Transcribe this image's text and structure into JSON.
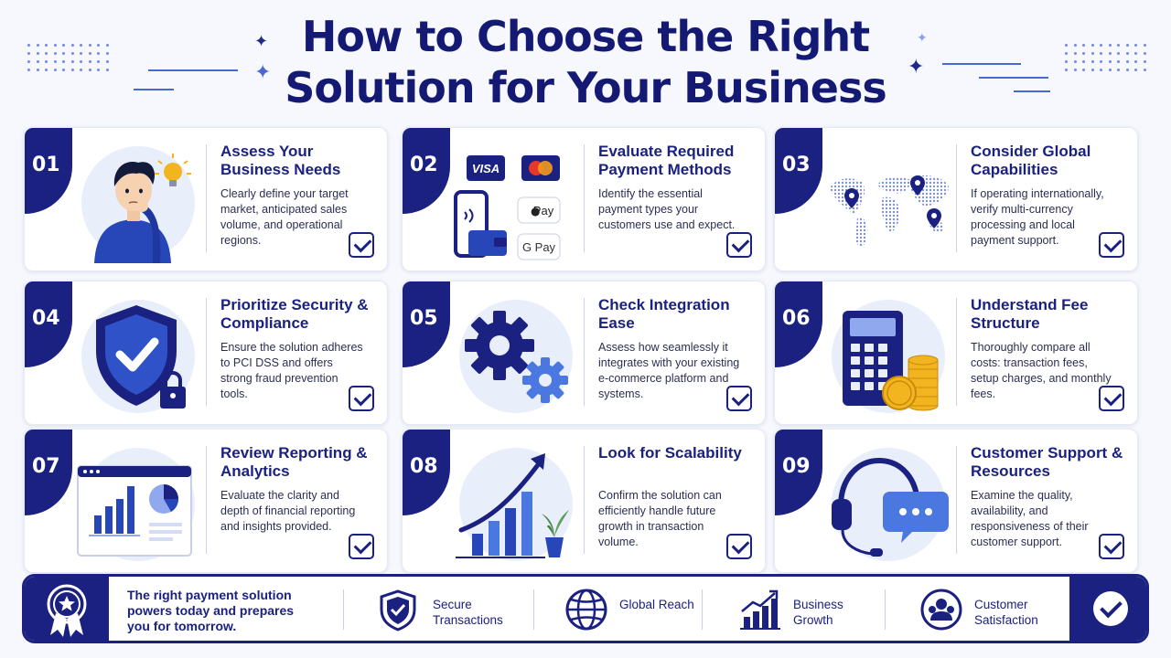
{
  "title": {
    "line1": "How to Choose the Right",
    "line2": "Solution for Your Business"
  },
  "cards": [
    {
      "num": "01",
      "title": "Assess Your Business Needs",
      "desc": "Clearly define your target market, anticipated sales volume, and operational regions.",
      "icon": "person-thinking-lightbulb-icon"
    },
    {
      "num": "02",
      "title": "Evaluate Required Payment Methods",
      "desc": "Identify the essential payment types your customers use and expect.",
      "icon": "payment-methods-icon",
      "logos": [
        "VISA",
        "Pay",
        "G Pay"
      ]
    },
    {
      "num": "03",
      "title": "Consider Global Capabilities",
      "desc": "If operating internationally, verify multi-currency processing and local payment support.",
      "icon": "world-map-pins-icon"
    },
    {
      "num": "04",
      "title": "Prioritize Security & Compliance",
      "desc": "Ensure the solution adheres to PCI DSS and offers strong fraud prevention tools.",
      "icon": "shield-lock-icon"
    },
    {
      "num": "05",
      "title": "Check Integration Ease",
      "desc": "Assess how seamlessly it integrates with your existing e-commerce platform and systems.",
      "icon": "gears-icon"
    },
    {
      "num": "06",
      "title": "Understand Fee Structure",
      "desc": "Thoroughly compare all costs: transaction fees, setup charges, and monthly fees.",
      "icon": "calculator-coins-icon"
    },
    {
      "num": "07",
      "title": "Review Reporting & Analytics",
      "desc": "Evaluate the clarity and depth of financial reporting and insights provided.",
      "icon": "dashboard-chart-icon"
    },
    {
      "num": "08",
      "title": "Look for Scalability",
      "desc": "Confirm the solution can efficiently handle future growth in transaction volume.",
      "icon": "growth-chart-plant-icon"
    },
    {
      "num": "09",
      "title": "Customer Support & Resources",
      "desc": "Examine the quality, availability, and responsiveness of their customer support.",
      "icon": "headset-chat-icon"
    }
  ],
  "footer": {
    "tagline": "The right payment solution powers today and prepares you for tomorrow.",
    "items": [
      {
        "label": "Secure Transactions",
        "icon": "shield-check-icon"
      },
      {
        "label": "Global Reach",
        "icon": "globe-icon"
      },
      {
        "label": "Business Growth",
        "icon": "bar-growth-icon"
      },
      {
        "label": "Customer Satisfaction",
        "icon": "customer-icon"
      }
    ]
  },
  "colors": {
    "primary": "#1b2180",
    "accent": "#3f64d8",
    "light": "#e9eefb",
    "gold": "#f2b51f"
  }
}
